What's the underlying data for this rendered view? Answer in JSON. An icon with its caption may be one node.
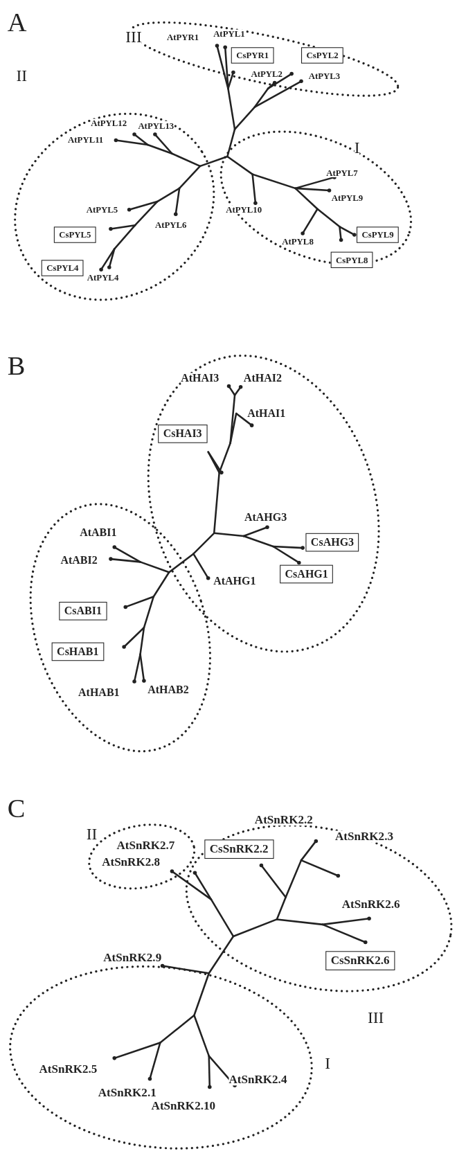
{
  "diagram": {
    "nodes": [
      {
        "text": [
          "CsPYR1"
        ]
      },
      {
        "text": [
          "CsPYL2"
        ]
      },
      {
        "text": [
          "CsPYL5"
        ]
      },
      {
        "text": [
          "CsPYL9"
        ]
      },
      {
        "text": [
          "CsPYL8"
        ]
      },
      {
        "text": [
          "CsPYL4"
        ]
      },
      {
        "text": [
          "CsHAI3"
        ]
      },
      {
        "text": [
          "CsAHG3"
        ]
      },
      {
        "text": [
          "CsAHG1"
        ]
      },
      {
        "text": [
          "CsABI1"
        ]
      },
      {
        "text": [
          "CsHAB1"
        ]
      },
      {
        "text": [
          "CsSnRK2.2"
        ]
      },
      {
        "text": [
          "CsSnRK2.6"
        ]
      }
    ],
    "edges": [],
    "labels": [
      "A",
      "III",
      "AtPYR1",
      "AtPYL1",
      "AtPYL2",
      "AtPYL3",
      "II",
      "AtPYL12",
      "AtPYL13",
      "AtPYL11",
      "I",
      "AtPYL7",
      "AtPYL9",
      "AtPYL5",
      "AtPYL10",
      "AtPYL6",
      "AtPYL8",
      "AtPYL4",
      "B",
      "AtHAI3",
      "AtHAI2",
      "AtHAI1",
      "AtAHG3",
      "AtABI1",
      "AtABI2",
      "AtAHG1",
      "AtHAB1",
      "AtHAB2",
      "C",
      "AtSnRK2.2",
      "II",
      "AtSnRK2.7",
      "AtSnRK2.3",
      "AtSnRK2.8",
      "AtSnRK2.6",
      "AtSnRK2.9",
      "III",
      "I",
      "AtSnRK2.5",
      "AtSnRK2.4",
      "AtSnRK2.1",
      "AtSnRK2.10"
    ]
  }
}
